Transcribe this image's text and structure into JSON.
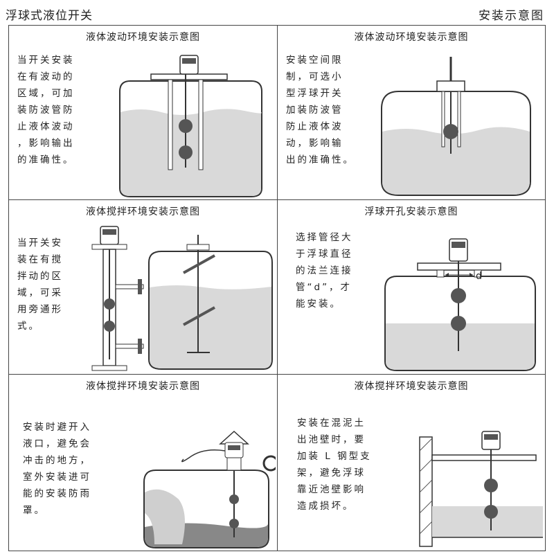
{
  "header": {
    "left_title": "浮球式液位开关",
    "right_title": "安装示意图"
  },
  "panels": [
    {
      "title": "液体波动环境安装示意图",
      "lines": [
        "当开关安装",
        "在有波动的",
        "区域，可加",
        "装防波管防",
        "止液体波动",
        "，影响输出",
        "的准确性。"
      ]
    },
    {
      "title": "液体波动环境安装示意图",
      "lines": [
        "安装空间限",
        "制，可选小",
        "型浮球开关",
        "加装防波管",
        "防止液体波",
        "动，影响输",
        "出的准确性。"
      ]
    },
    {
      "title": "液体搅拌环境安装示意图",
      "lines": [
        "当开关安",
        "装在有搅",
        "拌动的区",
        "域，可采",
        "用旁通形",
        "式。"
      ]
    },
    {
      "title": "浮球开孔安装示意图",
      "lines": [
        "选择管径大",
        "于浮球直径",
        "的法兰连接",
        "管“d”，才",
        "能安装。"
      ],
      "label_d": "d"
    },
    {
      "title": "液体搅拌环境安装示意图",
      "lines": [
        "安装时避开入",
        "液口，避免会",
        "冲击的地方，",
        "室外安装进可",
        "能的安装防雨",
        "罩。"
      ]
    },
    {
      "title": "液体搅拌环境安装示意图",
      "lines": [
        "安装在混泥土",
        "出池壁时，要",
        "加装 L 钢型支",
        "架，避免浮球",
        "靠近池壁影响",
        "造成损坏。"
      ]
    }
  ],
  "colors": {
    "liquid": "#d9d9d9",
    "line": "#333333",
    "ball": "#555555"
  }
}
